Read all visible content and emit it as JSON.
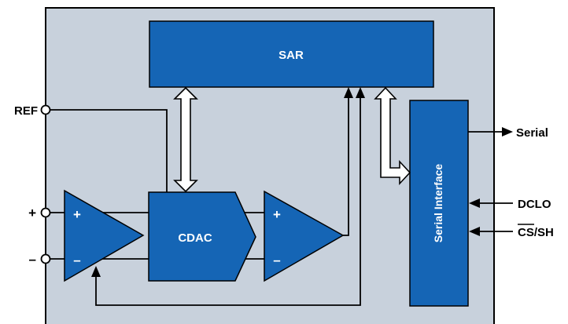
{
  "blocks": {
    "sar": "SAR",
    "cdac": "CDAC",
    "serial_interface": "Serial Interface"
  },
  "comparator_signs": {
    "plus": "+",
    "minus": "–"
  },
  "pins": {
    "ref": "REF",
    "in_plus": "+",
    "in_minus": "–",
    "serial": "Serial",
    "dclo": "DCLO",
    "cs_sh_bar": "CS",
    "cs_sh_rest": "/SH"
  },
  "colors": {
    "block_fill": "#1565b5",
    "chip_background": "#c8d1dc",
    "line": "#000000"
  }
}
